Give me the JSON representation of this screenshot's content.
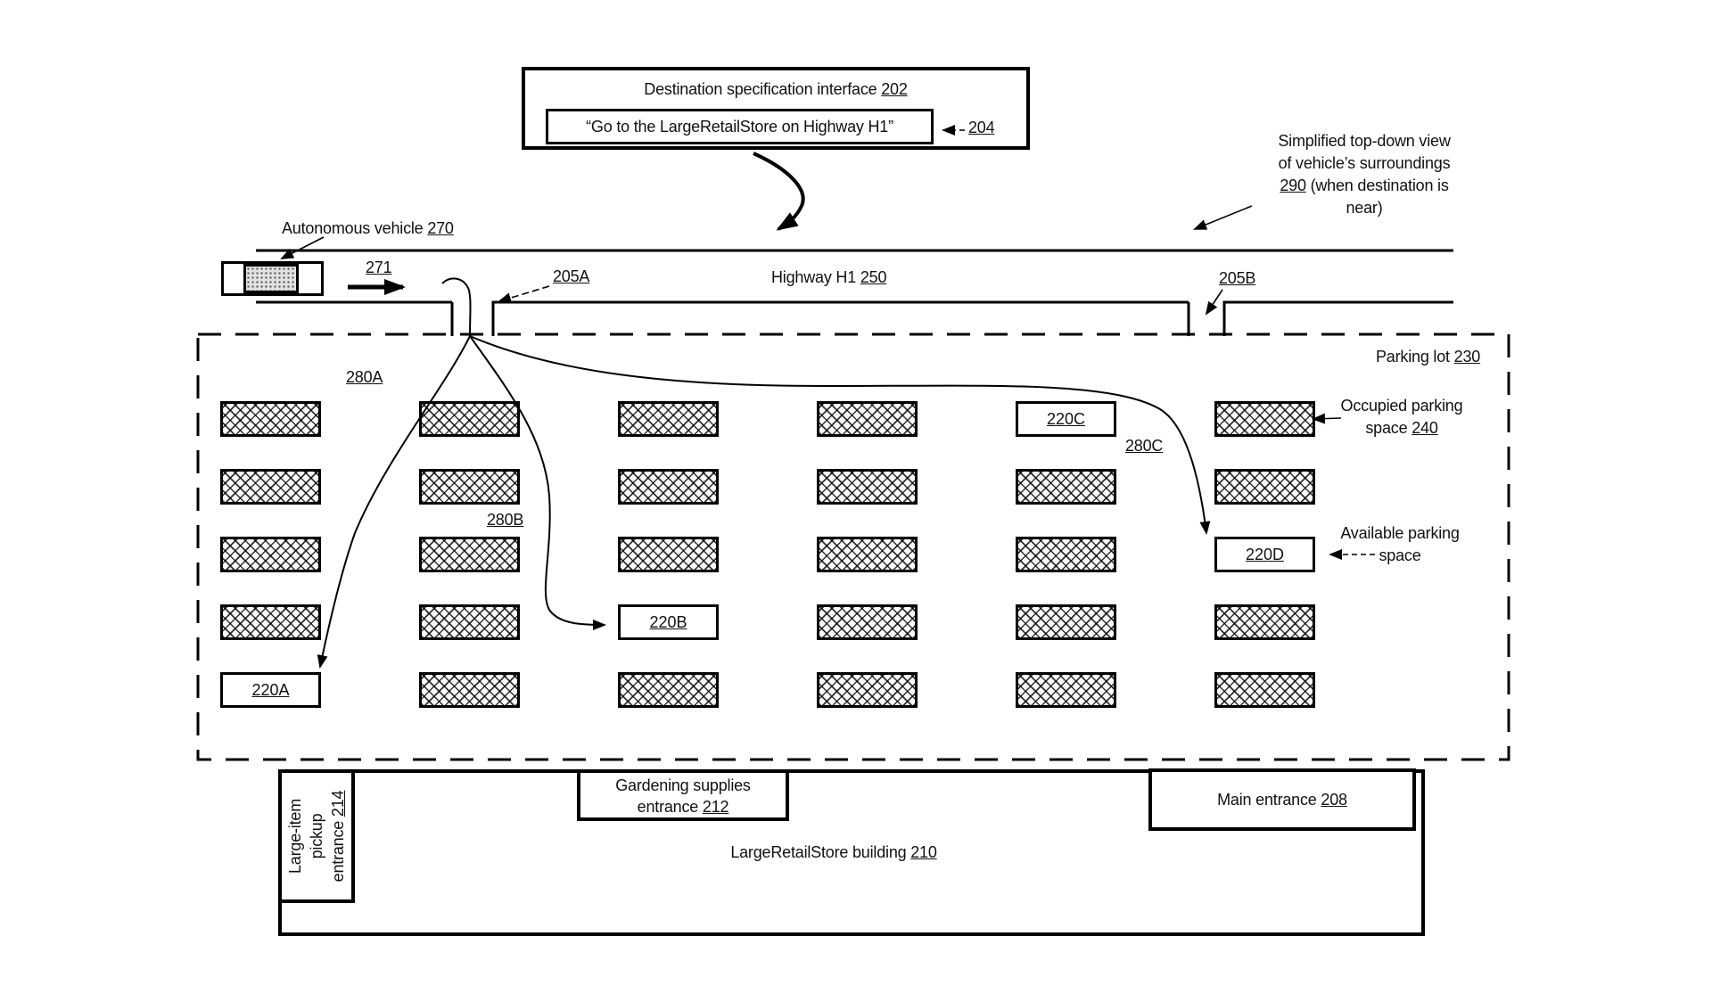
{
  "figure": {
    "destination_interface": {
      "title": [
        [
          {
            "t": "Destination specification interface "
          },
          {
            "t": "202",
            "u": true
          }
        ]
      ],
      "command": [
        [
          {
            "t": "“Go to the LargeRetailStore on Highway H1”"
          }
        ]
      ],
      "command_ref": "204"
    },
    "notes": {
      "top_down_view": [
        [
          {
            "t": "Simplified top-down view"
          }
        ],
        [
          {
            "t": "of vehicle’s surroundings"
          }
        ],
        [
          {
            "t": "290",
            "u": true
          },
          {
            "t": " (when destination is"
          }
        ],
        [
          {
            "t": "near)"
          }
        ]
      ],
      "occupied_space": [
        [
          {
            "t": "Occupied parking"
          }
        ],
        [
          {
            "t": "space "
          },
          {
            "t": "240",
            "u": true
          }
        ]
      ],
      "available_space": [
        [
          {
            "t": "Available parking"
          }
        ],
        [
          {
            "t": "space"
          }
        ]
      ]
    },
    "vehicle": {
      "label": [
        [
          {
            "t": "Autonomous vehicle "
          },
          {
            "t": "270",
            "u": true
          }
        ]
      ],
      "motion_ref": "271"
    },
    "highway": {
      "label": [
        [
          {
            "t": "Highway H1 "
          },
          {
            "t": "250",
            "u": true
          }
        ]
      ],
      "exit_left": "205A",
      "exit_right": "205B"
    },
    "parking_lot": {
      "label": [
        [
          {
            "t": "Parking lot "
          },
          {
            "t": "230",
            "u": true
          }
        ]
      ],
      "route_refs": [
        "280A",
        "280B",
        "280C"
      ],
      "grid": {
        "rows": 5,
        "cols": 6,
        "available": [
          {
            "row": 4,
            "col": 0,
            "label": "220A"
          },
          {
            "row": 3,
            "col": 2,
            "label": "220B"
          },
          {
            "row": 0,
            "col": 4,
            "label": "220C"
          },
          {
            "row": 2,
            "col": 5,
            "label": "220D"
          }
        ]
      }
    },
    "building": {
      "label": [
        [
          {
            "t": "LargeRetailStore building "
          },
          {
            "t": "210",
            "u": true
          }
        ]
      ],
      "pickup_entrance": [
        [
          {
            "t": "Large-item"
          }
        ],
        [
          {
            "t": "pickup"
          }
        ],
        [
          {
            "t": "entrance "
          },
          {
            "t": "214",
            "u": true
          }
        ]
      ],
      "gardening_entrance": [
        [
          {
            "t": "Gardening supplies"
          }
        ],
        [
          {
            "t": "entrance "
          },
          {
            "t": "212",
            "u": true
          }
        ]
      ],
      "main_entrance": [
        [
          {
            "t": "Main entrance "
          },
          {
            "t": "208",
            "u": true
          }
        ]
      ]
    }
  }
}
